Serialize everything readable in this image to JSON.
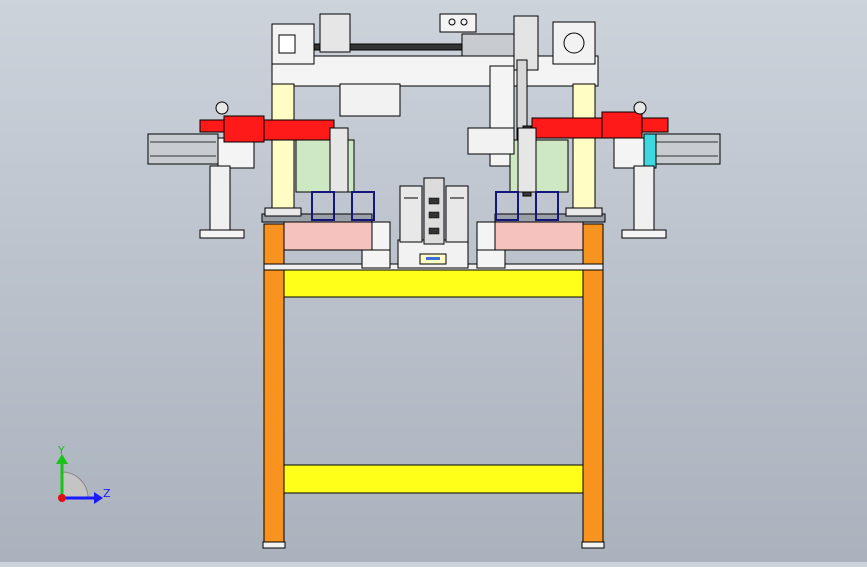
{
  "viewport": {
    "background_top": "#cdd3db",
    "background_bottom": "#aab2bd"
  },
  "colors": {
    "frame_leg": "#f7931e",
    "frame_beam": "#ffff1a",
    "base_plate": "#f6c2bd",
    "clamp_red": "#ff1a1a",
    "cream_post": "#fffdc4",
    "cylinder_gray": "#c8ccd0",
    "navy_block": "#15157a",
    "light_green": "#cfe8c4",
    "cyan_accent": "#3fd7e0",
    "outline": "#000000"
  },
  "triad": {
    "y_label": "Y",
    "z_label": "Z",
    "y_color": "#19c319",
    "z_color": "#1a1aff",
    "origin_color": "#e01010"
  },
  "components": {
    "frame": "frame-legs",
    "beams": "cross-beams",
    "left_clamp": "left-clamp-assembly",
    "right_clamp": "right-clamp-assembly",
    "gantry": "top-gantry",
    "center": "center-fixture"
  }
}
